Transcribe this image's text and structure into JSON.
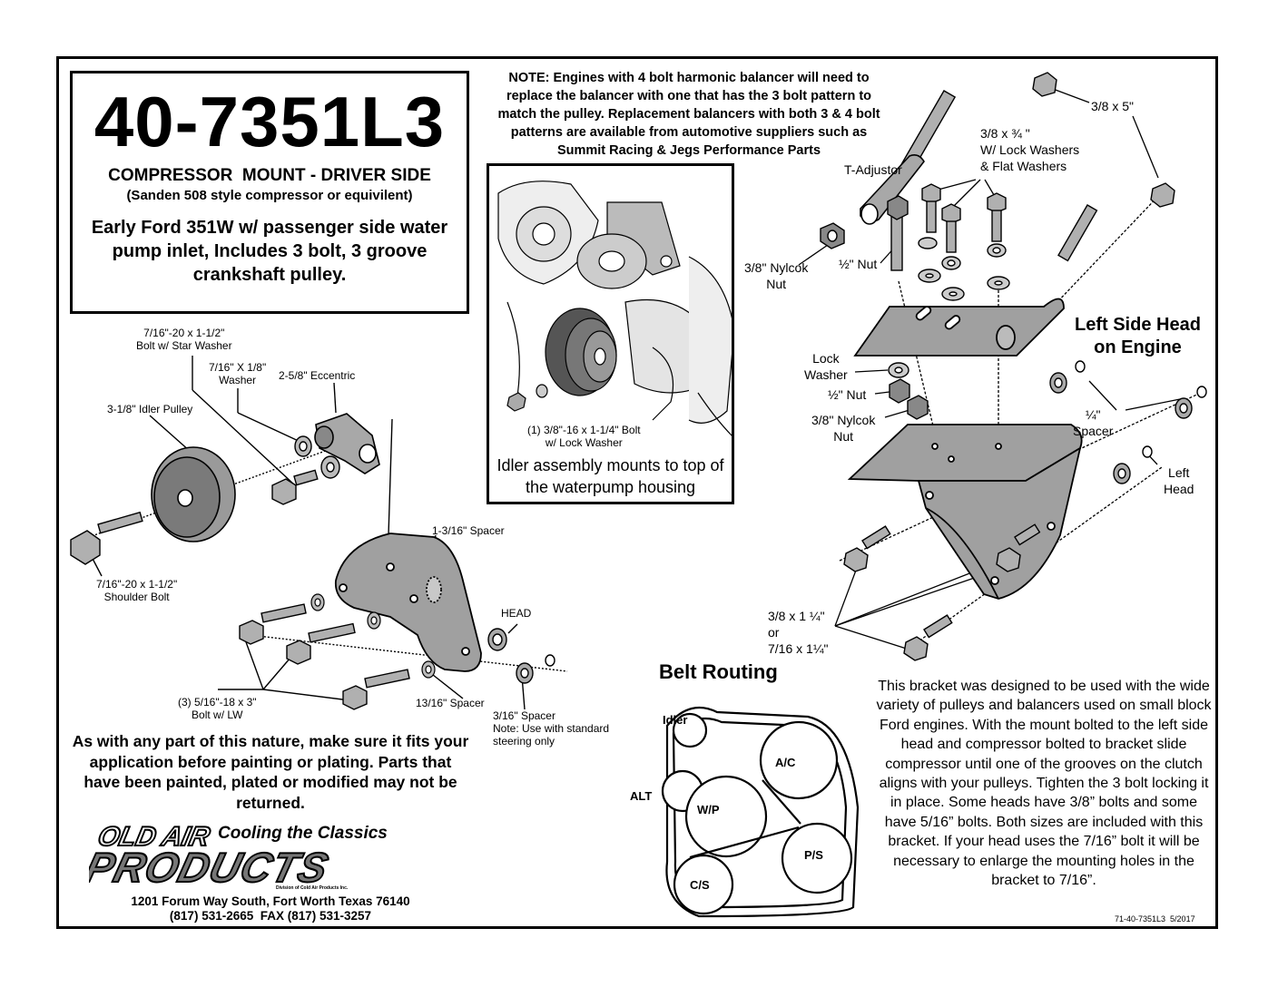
{
  "header": {
    "part_number": "40-7351L3",
    "subtitle": "COMPRESSOR  MOUNT - DRIVER SIDE",
    "subtitle2": "(Sanden 508 style compressor or equivilent)",
    "application": "Early Ford 351W w/ passenger side water pump inlet, Includes 3 bolt, 3 groove crankshaft pulley."
  },
  "note": "NOTE: Engines with 4 bolt harmonic balancer will need to replace the balancer with one that has the 3 bolt pattern to match the pulley. Replacement balancers with both 3 & 4 bolt patterns are available from automotive suppliers such as Summit Racing & Jegs Performance Parts",
  "photo": {
    "bolt_label_1": "(1) 3/8\"-16 x 1-1/4\" Bolt",
    "bolt_label_2": "w/ Lock Washer",
    "caption": "Idler assembly mounts to top of the waterpump housing"
  },
  "idler_labels": {
    "bolt_star_1": "7/16\"-20 x 1-1/2\"",
    "bolt_star_2": "Bolt w/ Star Washer",
    "washer_1": "7/16\" X 1/8\"",
    "washer_2": "Washer",
    "eccentric": "2-5/8\" Eccentric",
    "idler_pulley": "3-1/8\" Idler Pulley",
    "spacer_1316_long": "1-3/16\" Spacer",
    "shoulder_1": "7/16\"-20 x 1-1/2\"",
    "shoulder_2": "Shoulder Bolt",
    "head": "HEAD",
    "bolts_1": "(3) 5/16\"-18 x 3\"",
    "bolts_2": "Bolt w/ LW",
    "spacer_1316": "13/16\" Spacer",
    "spacer_316": "3/16\" Spacer",
    "spacer_note_1": "Note: Use with standard",
    "spacer_note_2": "steering only"
  },
  "bracket_labels": {
    "bolt_38x5": "3/8 x 5\"",
    "bolt_38x34_1": "3/8 x ¾ \"",
    "bolt_38x34_2": "W/ Lock Washers",
    "bolt_38x34_3": "& Flat Washers",
    "t_adjustor": "T-Adjustor",
    "nylcok_1a": "3/8\" Nylcok",
    "nylcok_1b": "Nut",
    "half_nut_1": "½\" Nut",
    "lock_washer_1": "Lock",
    "lock_washer_2": "Washer",
    "half_nut_2": "½\" Nut",
    "nylcok_2a": "3/8\" Nylcok",
    "nylcok_2b": "Nut",
    "left_side_head_1": "Left Side Head",
    "left_side_head_2": "on Engine",
    "quarter_spacer_1": "¼\"",
    "quarter_spacer_2": "Spacer",
    "left_head_1": "Left",
    "left_head_2": "Head",
    "bolts_a": "3/8 x 1 ¼\"",
    "bolts_b": "or",
    "bolts_c": "7/16 x 1¼\""
  },
  "belt": {
    "title": "Belt Routing",
    "idler": "Idler",
    "ac": "A/C",
    "alt": "ALT",
    "wp": "W/P",
    "ps": "P/S",
    "cs": "C/S"
  },
  "description": "This bracket was designed to be used with the wide variety of pulleys and balancers used on small block Ford engines. With the mount bolted to the left side head and compressor bolted to bracket slide compressor until one of the grooves on the clutch aligns with your pulleys. Tighten the 3 bolt locking it in place. Some heads have 3/8” bolts and some have 5/16” bolts. Both sizes are included with this bracket. If your head uses the 7/16” bolt it will be necessary to enlarge the mounting holes in the bracket to 7/16”.",
  "warning": "As with any part of this nature, make sure it fits your application before painting or plating. Parts that have been painted, plated or modified may not be returned.",
  "company": {
    "logo_line1": "OLD AIR",
    "logo_line2": "PRODUCTS",
    "tagline": "Cooling the Classics",
    "division": "Division of Cold Air Products Inc.",
    "address": "1201 Forum Way South, Fort Worth Texas 76140",
    "phone": "(817) 531-2665  FAX (817) 531-3257"
  },
  "doc_number": "71-40-7351L3  5/2017"
}
